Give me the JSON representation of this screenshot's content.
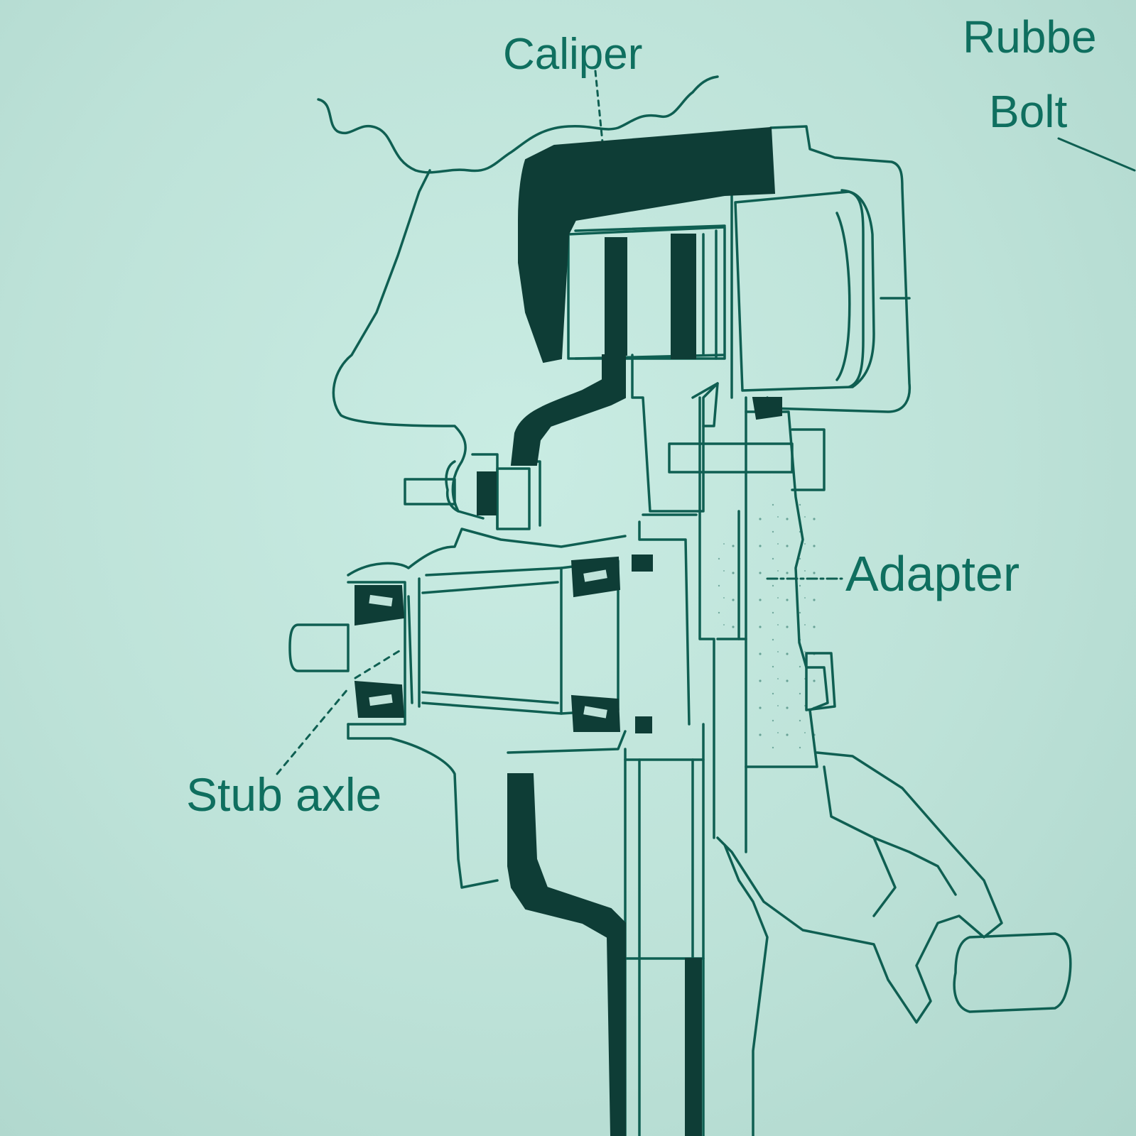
{
  "labels": {
    "caliper": "Caliper",
    "rubber": "Rubbe",
    "bolt": "Bolt",
    "adapter": "Adapter",
    "stub_axle": "Stub axle"
  },
  "colors": {
    "background": "#bfe3da",
    "ink": "#0f5f52",
    "label": "#0f6f5f"
  }
}
